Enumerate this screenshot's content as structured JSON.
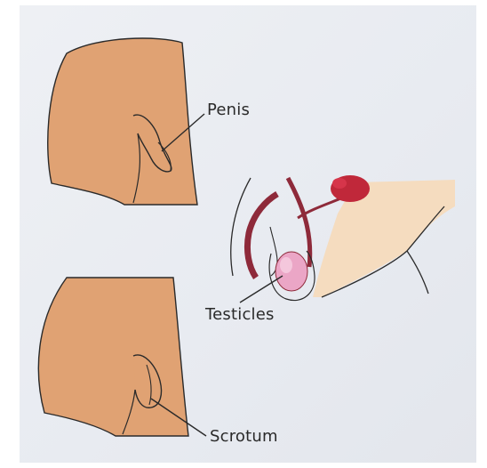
{
  "labels": {
    "penis": "Penis",
    "testicles": "Testicles",
    "scrotum": "Scrotum"
  },
  "colors": {
    "skin": "#e0a273",
    "skin_light": "#f5dcbf",
    "outline": "#2a2a2a",
    "duct": "#8e2a3a",
    "gland": "#c0283a",
    "testicle": "#eba6c6"
  }
}
